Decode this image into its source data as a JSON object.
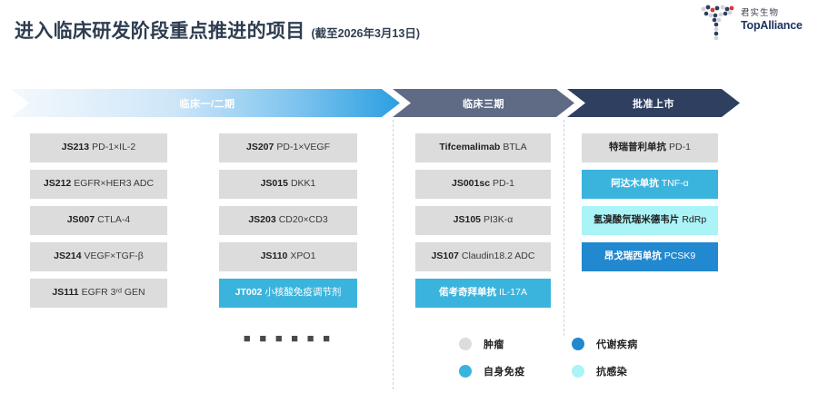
{
  "header": {
    "title": "进入临床研发阶段重点推进的项目",
    "subtitle": "(截至2026年3月13日)",
    "logo": {
      "cn": "君实生物",
      "en": "TopAlliance",
      "mark_icon": "topalliance-y-mark-icon"
    }
  },
  "stages": [
    {
      "label": "临床一/二期",
      "color": "#2a9fe0"
    },
    {
      "label": "临床三期",
      "color": "#5f6b85"
    },
    {
      "label": "批准上市",
      "color": "#2e3f60"
    }
  ],
  "columns": [
    {
      "name": "clinical-phase-1-2-column-a",
      "items": [
        {
          "code": "JS213",
          "target": "PD-1×IL-2",
          "category": "onco"
        },
        {
          "code": "JS212",
          "target": "EGFR×HER3 ADC",
          "category": "onco"
        },
        {
          "code": "JS007",
          "target": "CTLA-4",
          "category": "onco"
        },
        {
          "code": "JS214",
          "target": "VEGF×TGF-β",
          "category": "onco"
        },
        {
          "code": "JS111",
          "target": "EGFR 3ʳᵈ GEN",
          "category": "onco"
        }
      ]
    },
    {
      "name": "clinical-phase-1-2-column-b",
      "items": [
        {
          "code": "JS207",
          "target": "PD-1×VEGF",
          "category": "onco"
        },
        {
          "code": "JS015",
          "target": "DKK1",
          "category": "onco"
        },
        {
          "code": "JS203",
          "target": "CD20×CD3",
          "category": "onco"
        },
        {
          "code": "JS110",
          "target": "XPO1",
          "category": "onco"
        },
        {
          "code": "JT002",
          "target": "小核酸免疫调节剂",
          "category": "auto"
        }
      ]
    },
    {
      "name": "clinical-phase-3-column",
      "items": [
        {
          "code": "Tifcemalimab",
          "target": "BTLA",
          "category": "onco"
        },
        {
          "code": "JS001sc",
          "target": "PD-1",
          "category": "onco"
        },
        {
          "code": "JS105",
          "target": "PI3K-α",
          "category": "onco"
        },
        {
          "code": "JS107",
          "target": "Claudin18.2 ADC",
          "category": "onco"
        },
        {
          "code": "偌考奇拜单抗",
          "target": "IL-17A",
          "category": "auto"
        }
      ]
    },
    {
      "name": "approved-marketed-column",
      "items": [
        {
          "code": "特瑞普利单抗",
          "target": "PD-1",
          "category": "onco"
        },
        {
          "code": "阿达木单抗",
          "target": "TNF-α",
          "category": "auto"
        },
        {
          "code": "氢溴酸氘瑞米德韦片",
          "target": "RdRp",
          "category": "infect"
        },
        {
          "code": "昂戈瑞西单抗",
          "target": "PCSK9",
          "category": "metab"
        }
      ]
    }
  ],
  "ellipsis": "■ ■ ■ ■ ■ ■",
  "legend": [
    {
      "label": "肿瘤",
      "color": "#dcdcdc",
      "key": "onco"
    },
    {
      "label": "代谢疾病",
      "color": "#2288cf",
      "key": "metab"
    },
    {
      "label": "自身免疫",
      "color": "#3bb4dd",
      "key": "auto"
    },
    {
      "label": "抗感染",
      "color": "#aaf4f7",
      "key": "infect"
    }
  ]
}
